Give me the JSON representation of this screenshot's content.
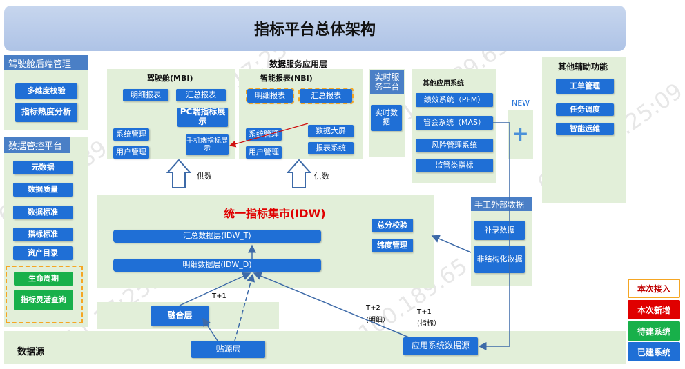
{
  "title": "指标平台总体架构",
  "left_mgmt": {
    "header": "驾驶舱后端管理",
    "items": [
      "多维度校验",
      "指标热度分析"
    ]
  },
  "left_control": {
    "header": "数据管控平台",
    "items": [
      "元数据",
      "数据质量",
      "数据标准",
      "指标标准",
      "资产目录"
    ],
    "new_items": [
      "生命周期",
      "指标灵活查询"
    ]
  },
  "service_layer_title": "数据服务应用层",
  "mbi": {
    "title": "驾驶舱(MBI)",
    "detail": "明细报表",
    "summary": "汇总报表",
    "pc": "PC端指标展示",
    "sys": "系统管理",
    "user": "用户管理",
    "mobile": "手机端指标展示"
  },
  "nbi": {
    "title": "智能报表(NBI)",
    "detail": "明细报表",
    "summary": "汇总报表",
    "sys": "系统管理",
    "user": "用户管理",
    "screen": "数据大屏",
    "report": "报表系统"
  },
  "realtime": {
    "title": "实时服务平台",
    "item": "实时数据"
  },
  "other_apps": {
    "title": "其他应用系统",
    "items": [
      "绩效系统（PFM）",
      "管会系统（MAS）",
      "风险管理系统",
      "监管类指标"
    ]
  },
  "new_label": "NEW",
  "plus": "+",
  "aux": {
    "title": "其他辅助功能",
    "items": [
      "工单管理",
      "任务调度",
      "智能运维"
    ]
  },
  "supply_labels": [
    "供数",
    "供数"
  ],
  "idw": {
    "title": "统一指标集市(IDW)",
    "summary_layer": "汇总数据层(IDW_T)",
    "detail_layer": "明细数据层(IDW_D)",
    "check": "总分校验",
    "dim": "纬度管理"
  },
  "manual": {
    "title": "手工外部数据",
    "items": [
      "补录数据",
      "非结构化数据"
    ]
  },
  "fusion": "融合层",
  "source_layer": "贴源层",
  "app_source": "应用系统数据源",
  "datasource_label": "数据源",
  "arrow_labels": {
    "t1_left": "T+1",
    "t2": "T+2",
    "t2_sub": "(明细）",
    "t1_right": "T+1",
    "t1_sub": "(指标）"
  },
  "legend": [
    {
      "label": "本次接入",
      "bg": "#ffffff",
      "fg": "#c00000",
      "border": "#f5a623"
    },
    {
      "label": "本次新增",
      "bg": "#e00000",
      "fg": "#ffffff",
      "border": "#e00000"
    },
    {
      "label": "待建系统",
      "bg": "#18b04a",
      "fg": "#ffffff",
      "border": "#18b04a"
    },
    {
      "label": "已建系统",
      "bg": "#1f6fd6",
      "fg": "#ffffff",
      "border": "#1f6fd6"
    }
  ],
  "colors": {
    "panel": "#e2efd9",
    "block": "#1f6fd6",
    "header": "#4a7fc6",
    "new_system": "#18b04a",
    "accent_orange": "#f5a623",
    "idw_title": "#e00000"
  }
}
